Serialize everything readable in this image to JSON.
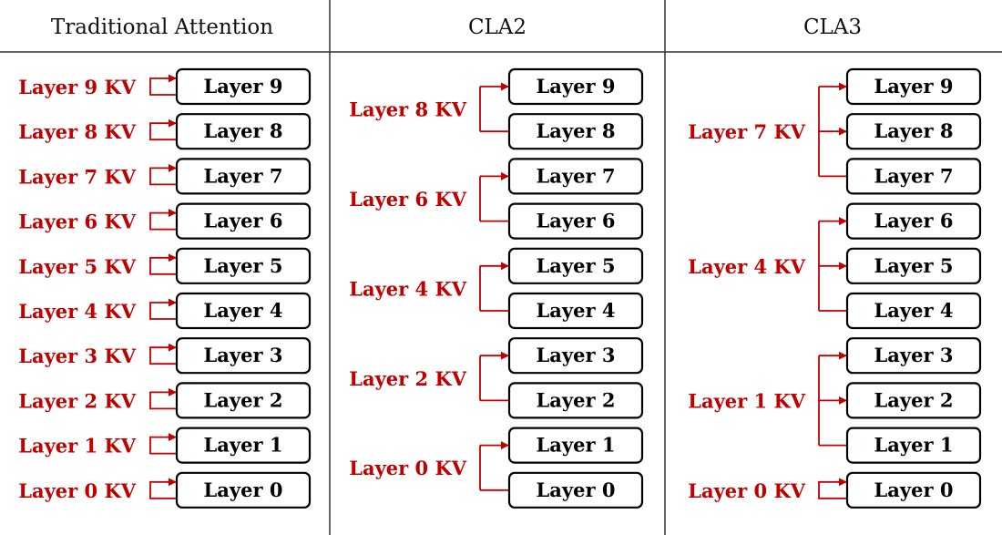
{
  "colors": {
    "kv": "#c00000",
    "box_border": "#000000",
    "divider": "#333333"
  },
  "columns": [
    {
      "title": "Traditional Attention",
      "layers": [
        "Layer 9",
        "Layer 8",
        "Layer 7",
        "Layer 6",
        "Layer 5",
        "Layer 4",
        "Layer 3",
        "Layer 2",
        "Layer 1",
        "Layer 0"
      ],
      "groups": [
        {
          "label": "Layer 9 KV",
          "layers": [
            0
          ]
        },
        {
          "label": "Layer 8 KV",
          "layers": [
            1
          ]
        },
        {
          "label": "Layer 7 KV",
          "layers": [
            2
          ]
        },
        {
          "label": "Layer 6 KV",
          "layers": [
            3
          ]
        },
        {
          "label": "Layer 5 KV",
          "layers": [
            4
          ]
        },
        {
          "label": "Layer 4 KV",
          "layers": [
            5
          ]
        },
        {
          "label": "Layer 3 KV",
          "layers": [
            6
          ]
        },
        {
          "label": "Layer 2 KV",
          "layers": [
            7
          ]
        },
        {
          "label": "Layer 1 KV",
          "layers": [
            8
          ]
        },
        {
          "label": "Layer 0 KV",
          "layers": [
            9
          ]
        }
      ]
    },
    {
      "title": "CLA2",
      "layers": [
        "Layer 9",
        "Layer 8",
        "Layer 7",
        "Layer 6",
        "Layer 5",
        "Layer 4",
        "Layer 3",
        "Layer 2",
        "Layer 1",
        "Layer 0"
      ],
      "groups": [
        {
          "label": "Layer 8 KV",
          "layers": [
            0,
            1
          ]
        },
        {
          "label": "Layer 6 KV",
          "layers": [
            2,
            3
          ]
        },
        {
          "label": "Layer 4 KV",
          "layers": [
            4,
            5
          ]
        },
        {
          "label": "Layer 2 KV",
          "layers": [
            6,
            7
          ]
        },
        {
          "label": "Layer 0 KV",
          "layers": [
            8,
            9
          ]
        }
      ]
    },
    {
      "title": "CLA3",
      "layers": [
        "Layer 9",
        "Layer 8",
        "Layer 7",
        "Layer 6",
        "Layer 5",
        "Layer 4",
        "Layer 3",
        "Layer 2",
        "Layer 1",
        "Layer 0"
      ],
      "groups": [
        {
          "label": "Layer 7 KV",
          "layers": [
            0,
            1,
            2
          ]
        },
        {
          "label": "Layer 4 KV",
          "layers": [
            3,
            4,
            5
          ]
        },
        {
          "label": "Layer 1 KV",
          "layers": [
            6,
            7,
            8
          ]
        },
        {
          "label": "Layer 0 KV",
          "layers": [
            9
          ]
        }
      ]
    }
  ]
}
